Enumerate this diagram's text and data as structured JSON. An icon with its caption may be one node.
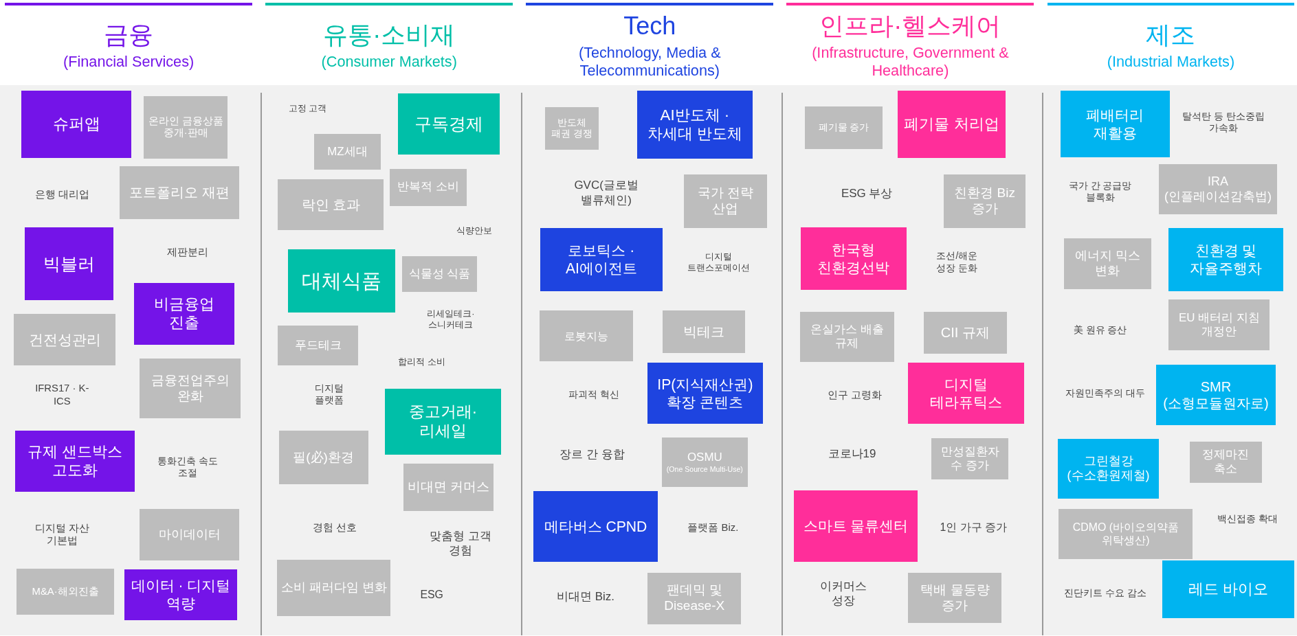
{
  "diagram": {
    "nodes": [
      {
        "text": [
          "금융",
          "(Financial Services)"
        ]
      },
      {
        "text": [
          "유통·소비재",
          "(Consumer Markets)"
        ]
      },
      {
        "text": [
          "Tech",
          "(Technology, Media & Telecommunications)"
        ]
      },
      {
        "text": [
          "인프라·헬스케어",
          "(Infrastructure, Government & Healthcare)"
        ]
      },
      {
        "text": [
          "제조",
          "(Industrial Markets)"
        ]
      },
      {
        "text": [
          "슈퍼앱"
        ]
      },
      {
        "text": [
          "온라인 금융상품 중개·판매"
        ]
      },
      {
        "text": [
          "포트폴리오 재편"
        ]
      },
      {
        "text": [
          "빅블러"
        ]
      },
      {
        "text": [
          "비금융업 진출"
        ]
      },
      {
        "text": [
          "건전성관리"
        ]
      },
      {
        "text": [
          "금융전업주의 완화"
        ]
      },
      {
        "text": [
          "규제 샌드박스 고도화"
        ]
      },
      {
        "text": [
          "마이데이터"
        ]
      },
      {
        "text": [
          "M&A·해외진출"
        ]
      },
      {
        "text": [
          "데이터 · 디지털 역량"
        ]
      },
      {
        "text": [
          "구독경제"
        ]
      },
      {
        "text": [
          "MZ세대"
        ]
      },
      {
        "text": [
          "반복적 소비"
        ]
      },
      {
        "text": [
          "락인 효과"
        ]
      },
      {
        "text": [
          "대체식품"
        ]
      },
      {
        "text": [
          "식물성 식품"
        ]
      },
      {
        "text": [
          "푸드테크"
        ]
      },
      {
        "text": [
          "중고거래· 리세일"
        ]
      },
      {
        "text": [
          "필(必)환경"
        ]
      },
      {
        "text": [
          "비대면 커머스"
        ]
      },
      {
        "text": [
          "소비 패러다임 변화"
        ]
      },
      {
        "text": [
          "반도체 패권 경쟁"
        ]
      },
      {
        "text": [
          "AI반도체 · 차세대 반도체"
        ]
      },
      {
        "text": [
          "국가 전략 산업"
        ]
      },
      {
        "text": [
          "로보틱스 · AI에이전트"
        ]
      },
      {
        "text": [
          "로봇지능"
        ]
      },
      {
        "text": [
          "빅테크"
        ]
      },
      {
        "text": [
          "IP(지식재산권) 확장 콘텐츠"
        ]
      },
      {
        "text": [
          "OSMU",
          "(One Source Multi-Use)"
        ]
      },
      {
        "text": [
          "메타버스 CPND"
        ]
      },
      {
        "text": [
          "팬데믹 및 Disease-X"
        ]
      },
      {
        "text": [
          "폐기물 증가"
        ]
      },
      {
        "text": [
          "폐기물 처리업"
        ]
      },
      {
        "text": [
          "친환경 Biz 증가"
        ]
      },
      {
        "text": [
          "한국형 친환경선박"
        ]
      },
      {
        "text": [
          "온실가스 배출 규제"
        ]
      },
      {
        "text": [
          "CII 규제"
        ]
      },
      {
        "text": [
          "디지털 테라퓨틱스"
        ]
      },
      {
        "text": [
          "만성질환자 수 증가"
        ]
      },
      {
        "text": [
          "스마트 물류센터"
        ]
      },
      {
        "text": [
          "택배 물동량 증가"
        ]
      },
      {
        "text": [
          "폐배터리 재활용"
        ]
      },
      {
        "text": [
          "IRA (인플레이션감축법)"
        ]
      },
      {
        "text": [
          "에너지 믹스 변화"
        ]
      },
      {
        "text": [
          "친환경 및 자율주행차"
        ]
      },
      {
        "text": [
          "EU 배터리 지침 개정안"
        ]
      },
      {
        "text": [
          "SMR (소형모듈원자로)"
        ]
      },
      {
        "text": [
          "그린철강 (수소환원제철)"
        ]
      },
      {
        "text": [
          "정제마진 축소"
        ]
      },
      {
        "text": [
          "CDMO (바이오의약품 위탁생산)"
        ]
      },
      {
        "text": [
          "레드 바이오"
        ]
      }
    ],
    "labels": [
      "은행 대리업",
      "제판분리",
      "IFRS17 · K-ICS",
      "통화긴축 속도 조절",
      "디지털 자산 기본법",
      "고정 고객",
      "식량안보",
      "리세일테크· 스니커테크",
      "합리적 소비",
      "디지털 플랫폼",
      "경험 선호",
      "맞춤형 고객 경험",
      "ESG",
      "GVC(글로벌 밸류체인)",
      "디지털 트랜스포메이션",
      "파괴적 혁신",
      "장르 간 융합",
      "플랫폼 Biz.",
      "비대면 Biz.",
      "ESG 부상",
      "조선/해운 성장 둔화",
      "인구 고령화",
      "코로나19",
      "1인 가구 증가",
      "이커머스 성장",
      "탈석탄 등 탄소중립 가속화",
      "국가 간 공급망 블록화",
      "美 원유 증산",
      "자원민족주의 대두",
      "백신접종 확대",
      "진단키트 수요 감소"
    ]
  }
}
